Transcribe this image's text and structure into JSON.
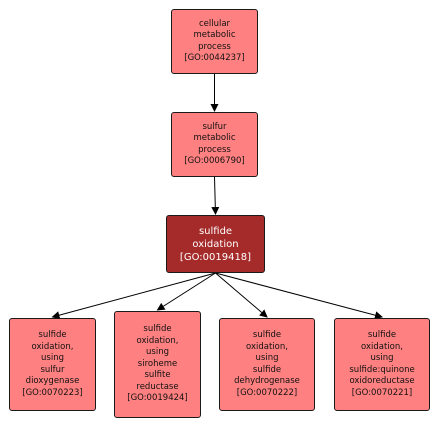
{
  "nodes": {
    "n1": [
      "cellular",
      "metabolic",
      "process",
      "[GO:0044237]"
    ],
    "n2": [
      "sulfur",
      "metabolic",
      "process",
      "[GO:0006790]"
    ],
    "n3": [
      "sulfide",
      "oxidation",
      "[GO:0019418]"
    ],
    "n4": [
      "sulfide",
      "oxidation,",
      "using",
      "sulfur",
      "dioxygenase",
      "[GO:0070223]"
    ],
    "n5": [
      "sulfide",
      "oxidation,",
      "using",
      "siroheme",
      "sulfite",
      "reductase",
      "[GO:0019424]"
    ],
    "n6": [
      "sulfide",
      "oxidation,",
      "using",
      "sulfide",
      "dehydrogenase",
      "[GO:0070222]"
    ],
    "n7": [
      "sulfide",
      "oxidation,",
      "using",
      "sulfide:quinone",
      "oxidoreductase",
      "[GO:0070221]"
    ]
  },
  "edges": [
    [
      "n1",
      "n2"
    ],
    [
      "n2",
      "n3"
    ],
    [
      "n3",
      "n4"
    ],
    [
      "n3",
      "n5"
    ],
    [
      "n3",
      "n6"
    ],
    [
      "n3",
      "n7"
    ]
  ],
  "colors": {
    "term": "#ff8080",
    "focus": "#a52a2a",
    "edge": "#000000"
  }
}
